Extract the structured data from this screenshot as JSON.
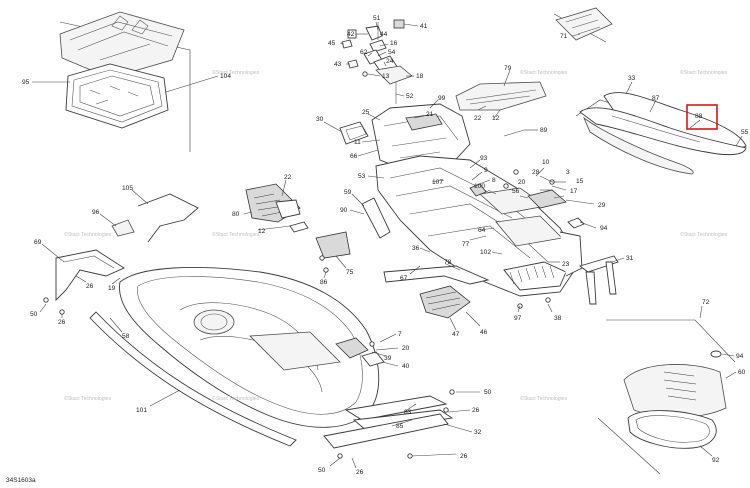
{
  "diagram": {
    "reference_code": "34S1603a",
    "watermark_text": "©Stact Technologies",
    "highlight_color": "#d8141b",
    "line_color": "#3a3a3a",
    "callouts": [
      {
        "id": "c51",
        "text": "51"
      },
      {
        "id": "c41",
        "text": "41"
      },
      {
        "id": "c42",
        "text": "42"
      },
      {
        "id": "c44",
        "text": "44"
      },
      {
        "id": "c45",
        "text": "45"
      },
      {
        "id": "c16",
        "text": "16"
      },
      {
        "id": "c62",
        "text": "62"
      },
      {
        "id": "c54",
        "text": "54"
      },
      {
        "id": "c24",
        "text": "24"
      },
      {
        "id": "c43",
        "text": "43"
      },
      {
        "id": "c13",
        "text": "13"
      },
      {
        "id": "c18",
        "text": "18"
      },
      {
        "id": "c52",
        "text": "52"
      },
      {
        "id": "c71",
        "text": "71"
      },
      {
        "id": "c95",
        "text": "95"
      },
      {
        "id": "c104",
        "text": "104"
      },
      {
        "id": "c79",
        "text": "79"
      },
      {
        "id": "c99",
        "text": "99"
      },
      {
        "id": "c22a",
        "text": "22"
      },
      {
        "id": "c12a",
        "text": "12"
      },
      {
        "id": "c33",
        "text": "33"
      },
      {
        "id": "c87",
        "text": "87"
      },
      {
        "id": "c88",
        "text": "88"
      },
      {
        "id": "c55",
        "text": "55"
      },
      {
        "id": "c30",
        "text": "30"
      },
      {
        "id": "c25",
        "text": "25"
      },
      {
        "id": "c11",
        "text": "11"
      },
      {
        "id": "c21",
        "text": "21"
      },
      {
        "id": "c89",
        "text": "89"
      },
      {
        "id": "c66",
        "text": "66"
      },
      {
        "id": "c53",
        "text": "53"
      },
      {
        "id": "c93",
        "text": "93"
      },
      {
        "id": "c107",
        "text": "107"
      },
      {
        "id": "c9",
        "text": "9"
      },
      {
        "id": "c8",
        "text": "8"
      },
      {
        "id": "c10",
        "text": "10"
      },
      {
        "id": "c28",
        "text": "28"
      },
      {
        "id": "c3",
        "text": "3"
      },
      {
        "id": "c15",
        "text": "15"
      },
      {
        "id": "c20a",
        "text": "20"
      },
      {
        "id": "c100",
        "text": "100"
      },
      {
        "id": "c56",
        "text": "56"
      },
      {
        "id": "c17",
        "text": "17"
      },
      {
        "id": "c105",
        "text": "105"
      },
      {
        "id": "c22b",
        "text": "22"
      },
      {
        "id": "c80",
        "text": "80"
      },
      {
        "id": "c12b",
        "text": "12"
      },
      {
        "id": "c96",
        "text": "96"
      },
      {
        "id": "c59",
        "text": "59"
      },
      {
        "id": "c90",
        "text": "90"
      },
      {
        "id": "c29",
        "text": "29"
      },
      {
        "id": "c94a",
        "text": "94"
      },
      {
        "id": "c64",
        "text": "64"
      },
      {
        "id": "c77",
        "text": "77"
      },
      {
        "id": "c36",
        "text": "36"
      },
      {
        "id": "c102",
        "text": "102"
      },
      {
        "id": "c23",
        "text": "23"
      },
      {
        "id": "c69",
        "text": "69"
      },
      {
        "id": "c78",
        "text": "78"
      },
      {
        "id": "c31",
        "text": "31"
      },
      {
        "id": "c75",
        "text": "75"
      },
      {
        "id": "c67",
        "text": "67"
      },
      {
        "id": "c86",
        "text": "86"
      },
      {
        "id": "c26a",
        "text": "26"
      },
      {
        "id": "c19",
        "text": "19"
      },
      {
        "id": "c97",
        "text": "97"
      },
      {
        "id": "c38",
        "text": "38"
      },
      {
        "id": "c50a",
        "text": "50"
      },
      {
        "id": "c26b",
        "text": "26"
      },
      {
        "id": "c58",
        "text": "58"
      },
      {
        "id": "c47",
        "text": "47"
      },
      {
        "id": "c46",
        "text": "46"
      },
      {
        "id": "c72",
        "text": "72"
      },
      {
        "id": "c7",
        "text": "7"
      },
      {
        "id": "c20b",
        "text": "20"
      },
      {
        "id": "c39",
        "text": "39"
      },
      {
        "id": "c40",
        "text": "40"
      },
      {
        "id": "c94b",
        "text": "94"
      },
      {
        "id": "c60",
        "text": "60"
      },
      {
        "id": "c50b",
        "text": "50"
      },
      {
        "id": "c101",
        "text": "101"
      },
      {
        "id": "c83",
        "text": "83"
      },
      {
        "id": "c26c",
        "text": "26"
      },
      {
        "id": "c85",
        "text": "85"
      },
      {
        "id": "c32",
        "text": "32"
      },
      {
        "id": "c26d",
        "text": "26"
      },
      {
        "id": "c50c",
        "text": "50"
      },
      {
        "id": "c26e",
        "text": "26"
      },
      {
        "id": "c92",
        "text": "92"
      }
    ]
  }
}
